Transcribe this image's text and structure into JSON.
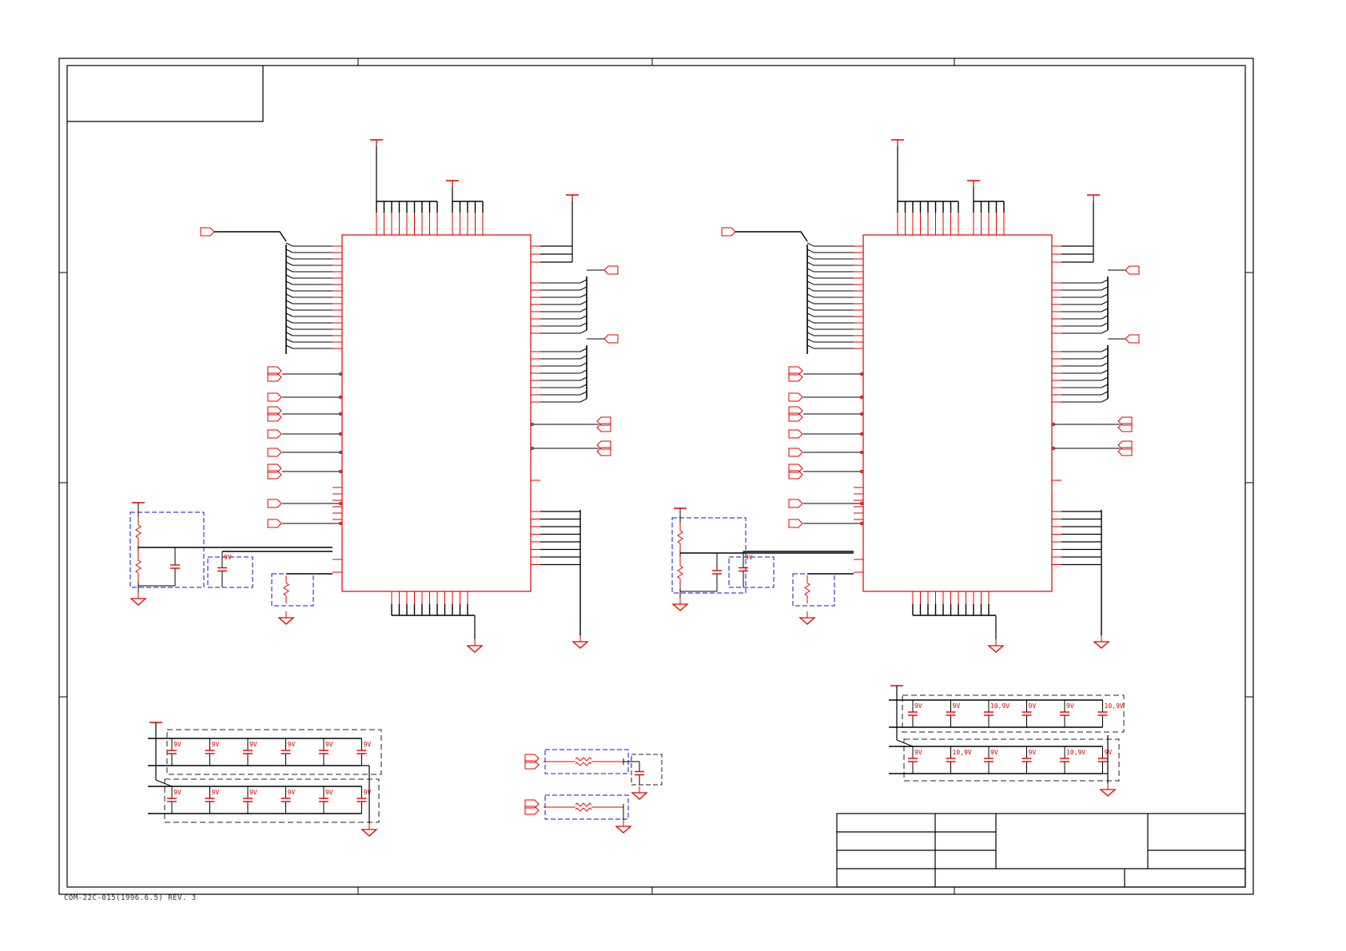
{
  "colors": {
    "frame": "#000000",
    "component": "#e00000",
    "wire": "#000000",
    "group_box_blue": "#1010d0",
    "group_box_black": "#222222"
  },
  "icons": [
    "ground-icon",
    "power-rail-icon",
    "port-connector-icon",
    "resistor-icon",
    "capacitor-icon"
  ],
  "footer": {
    "form_code": "COM-22C-015(1996.6.5) REV. 3"
  },
  "cap_labels": {
    "left_row_top": [
      "9V",
      "9V",
      "9V",
      "9V",
      "9V",
      "9V"
    ],
    "left_row_bottom": [
      "9V",
      "9V",
      "9V",
      "9V",
      "9V",
      "9V"
    ],
    "right_row_top": [
      "9V",
      "9V",
      "10,9V",
      "9V",
      "9V",
      "10,9V"
    ],
    "right_row_bottom": [
      "9V",
      "10,9V",
      "9V",
      "9V",
      "10,9V",
      "9V"
    ],
    "chip1_cap": "9V",
    "chip2_cap": "9V"
  }
}
